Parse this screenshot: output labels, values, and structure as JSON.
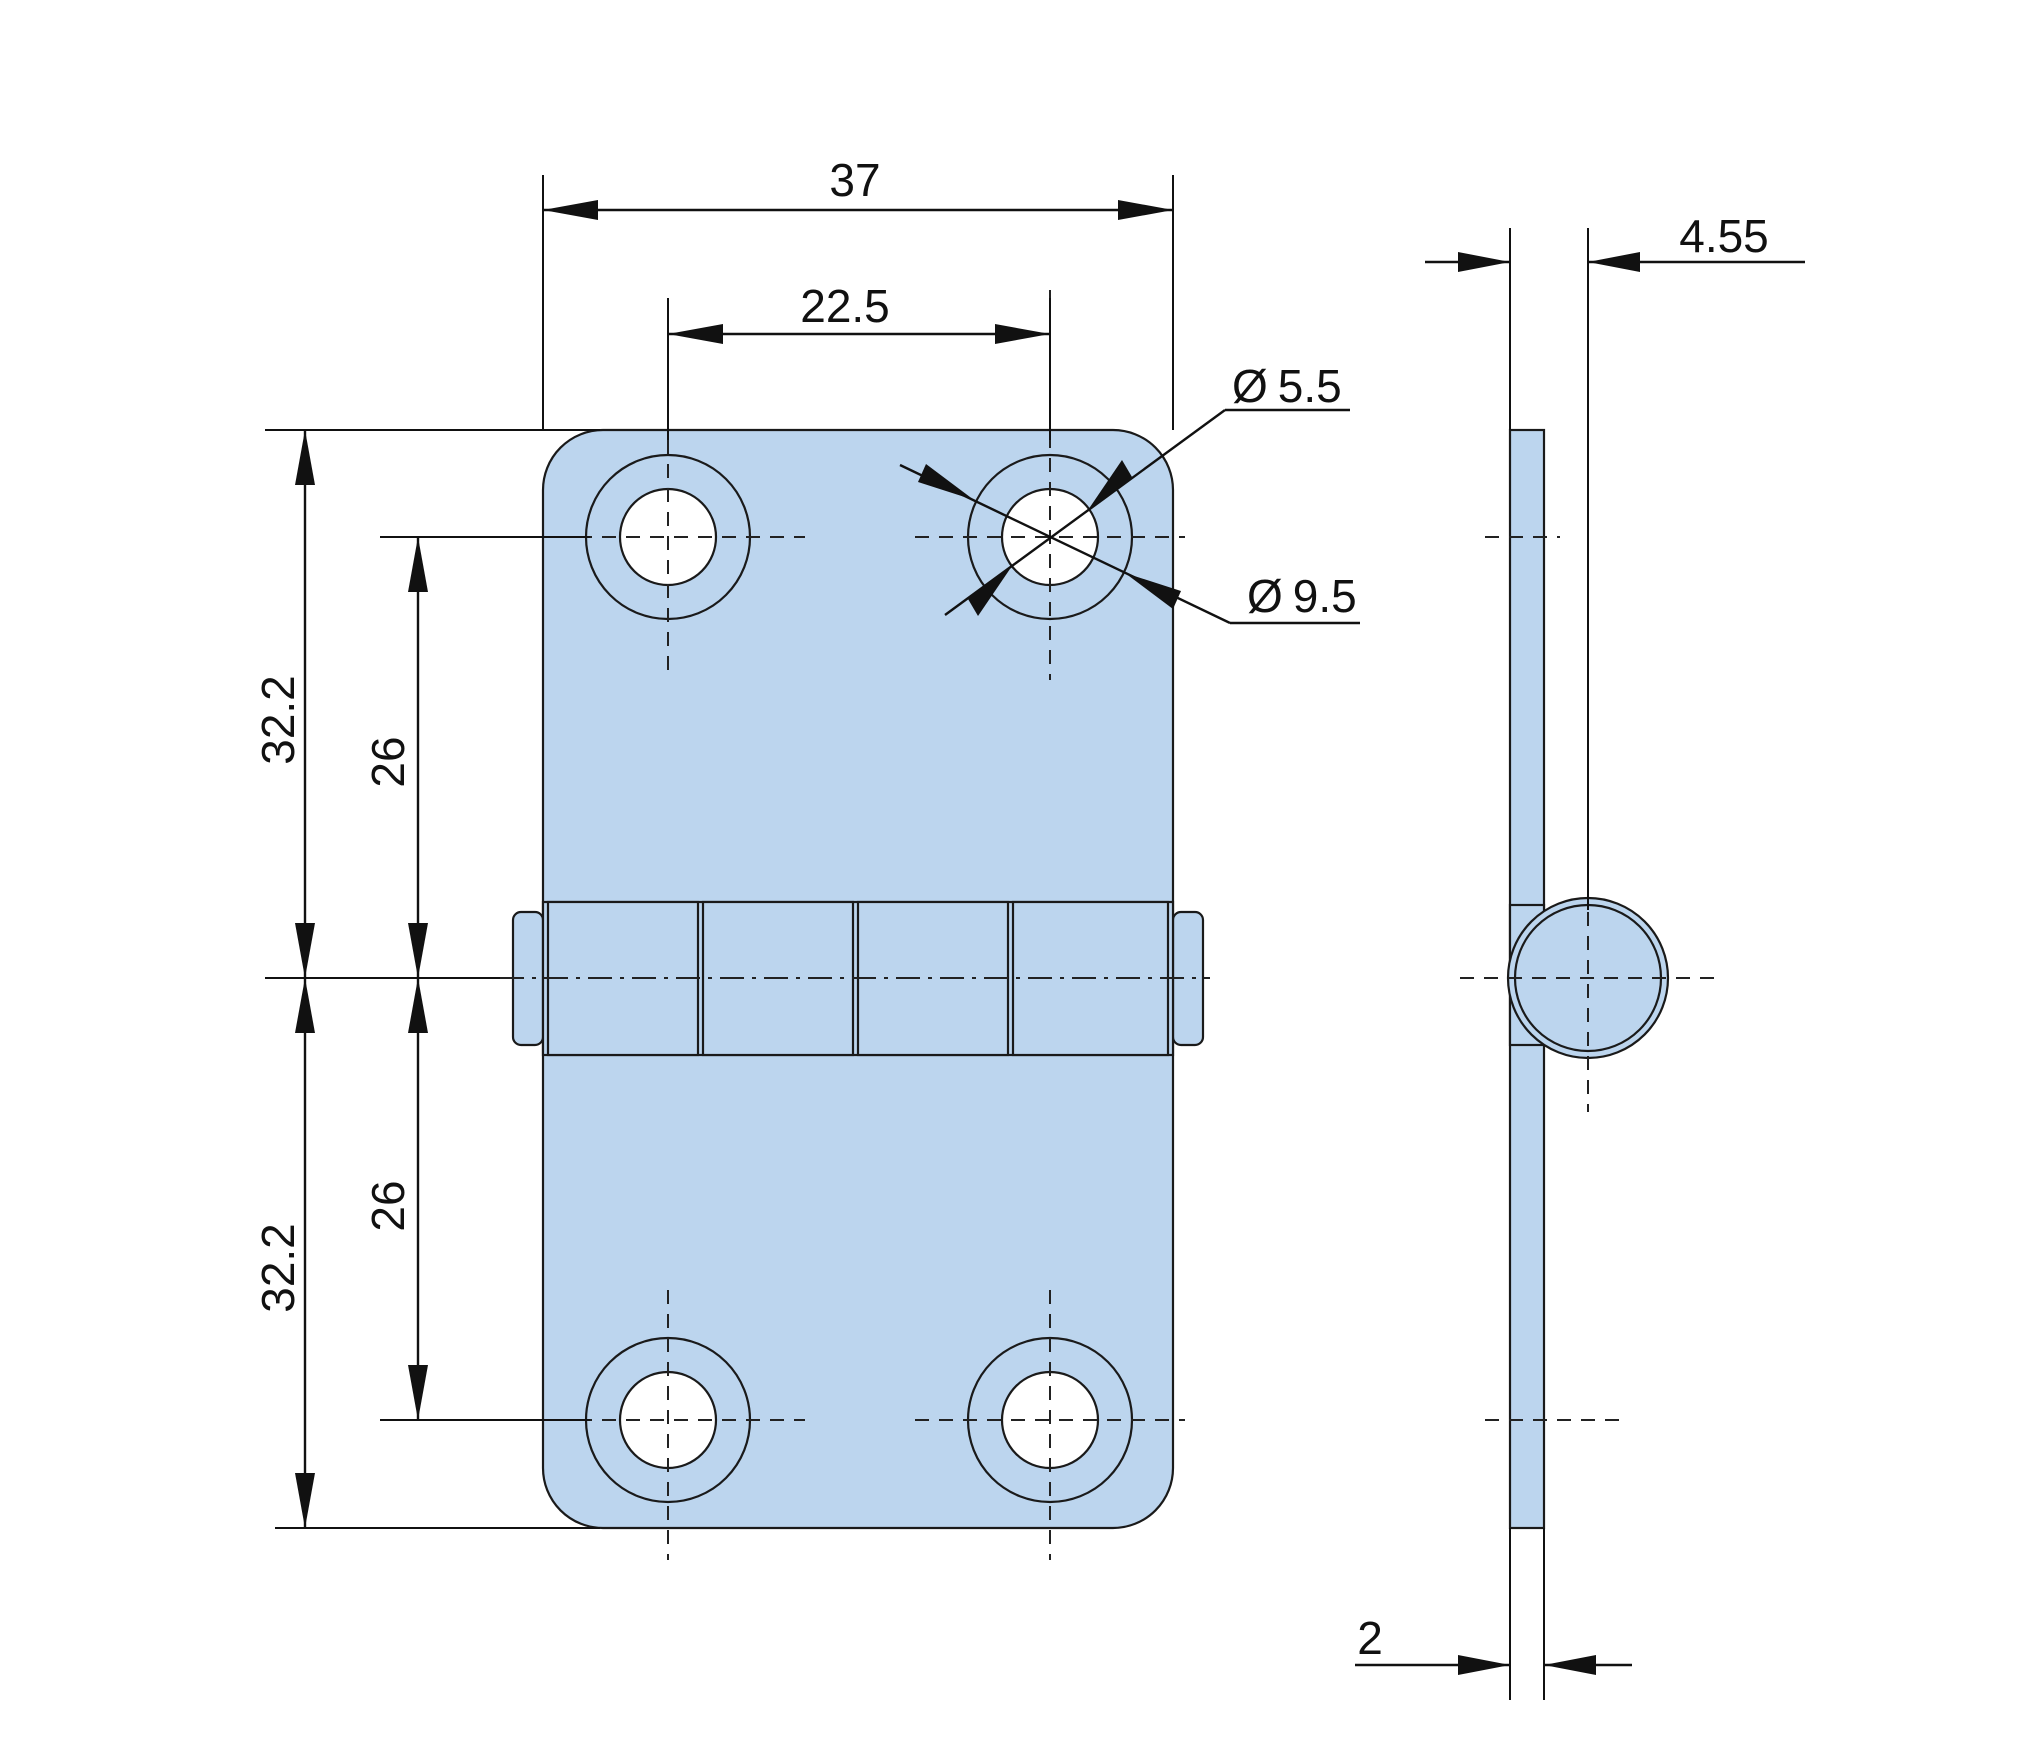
{
  "dimensions": {
    "width_overall": "37",
    "hole_spacing_x": "22.5",
    "leaf_length_top": "32.2",
    "leaf_length_bottom": "32.2",
    "hole_offset_top": "26",
    "hole_offset_bottom": "26",
    "hole_diameter_inner": "5.5",
    "hole_diameter_outer": "9.5",
    "knuckle_offset": "4.55",
    "plate_thickness": "2",
    "diameter_symbol": "Ø"
  },
  "colors": {
    "part_fill": "#bcd5ee",
    "line": "#1a1a1a",
    "background": "#ffffff"
  }
}
